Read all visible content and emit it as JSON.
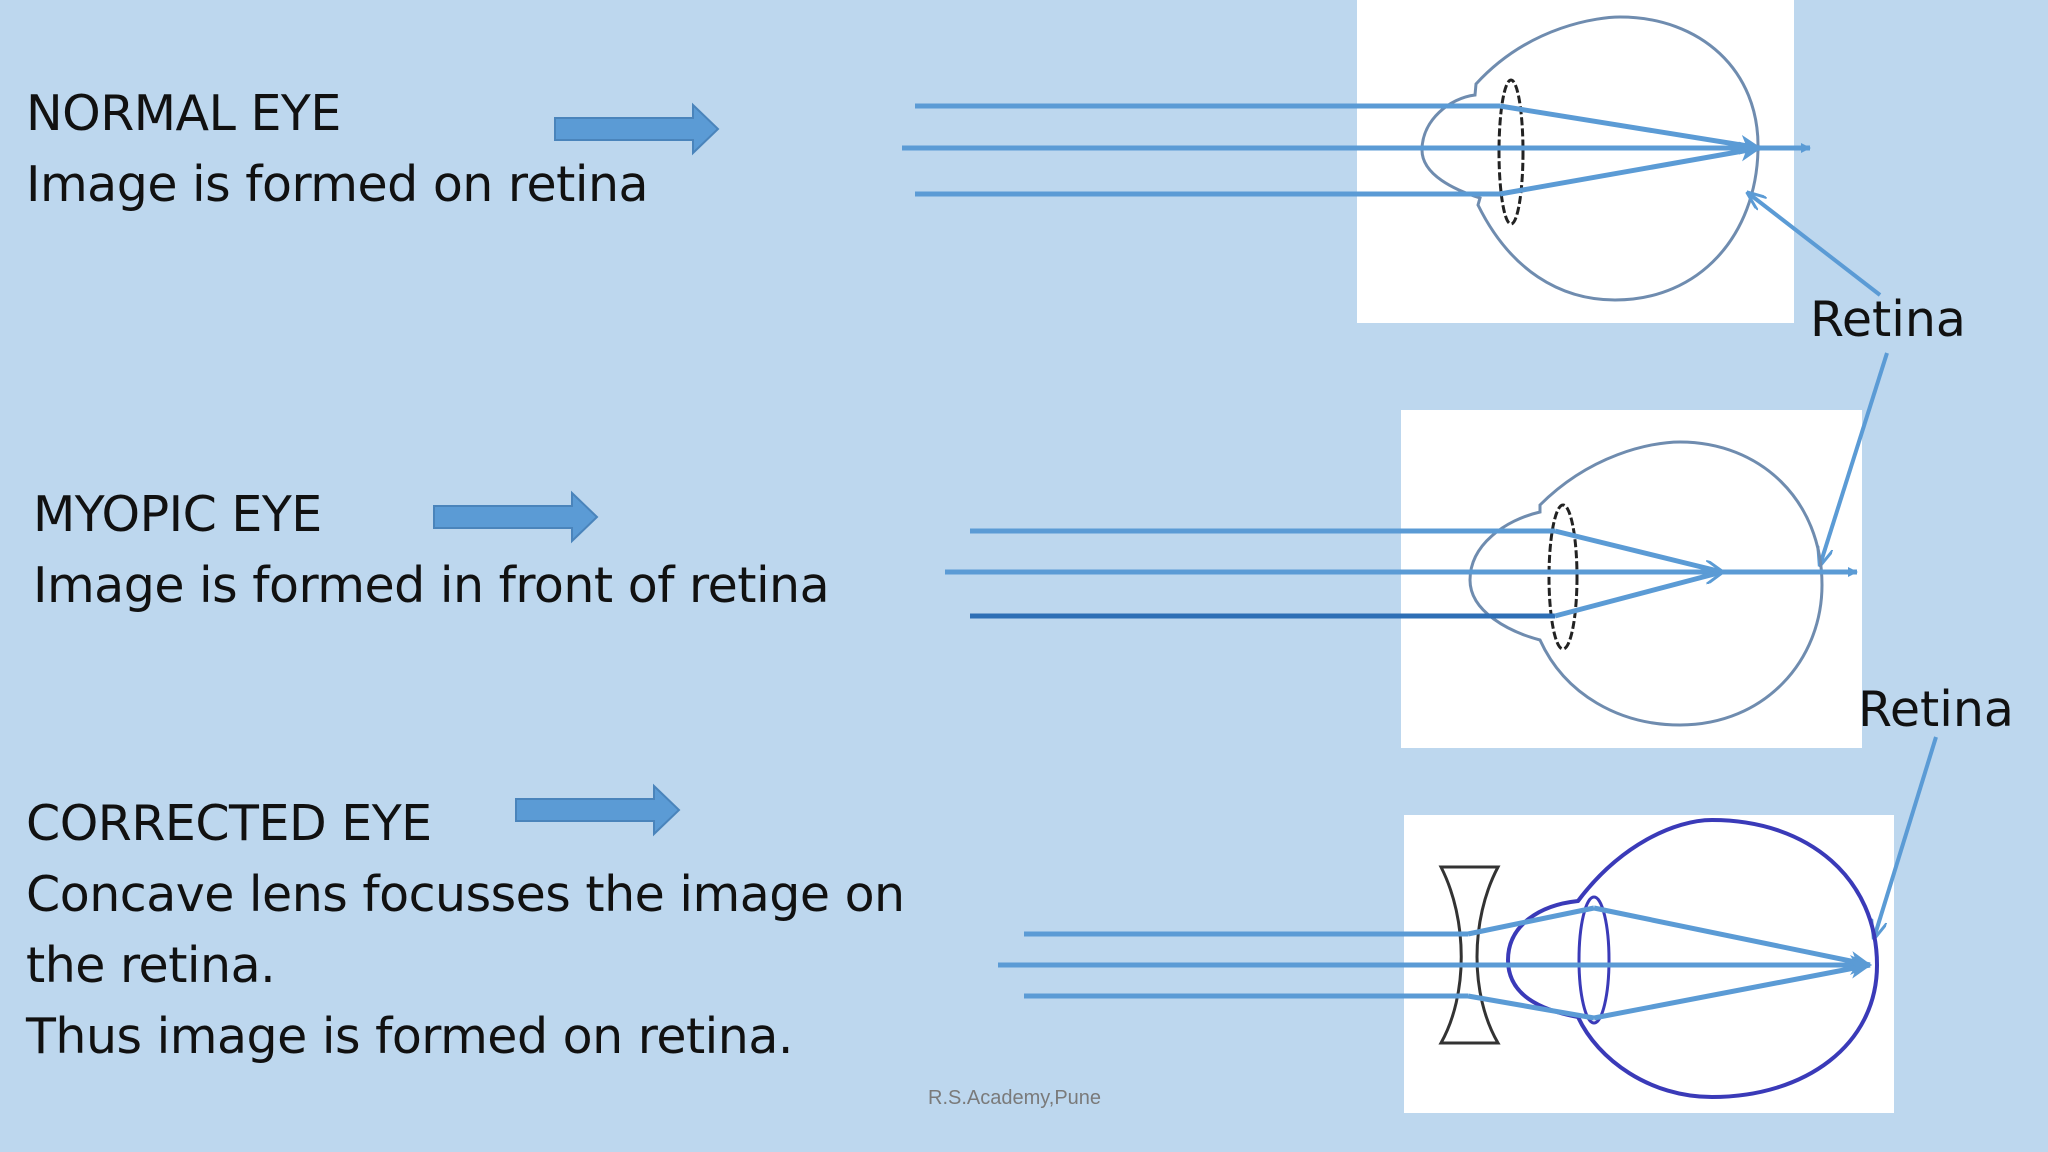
{
  "sections": {
    "normal": {
      "heading": "NORMAL EYE",
      "lines": [
        "Image is formed on retina"
      ]
    },
    "myopic": {
      "heading": "MYOPIC EYE",
      "lines": [
        "Image is formed in front of retina"
      ]
    },
    "corrected": {
      "heading": "CORRECTED  EYE",
      "lines": [
        "Concave lens focusses the image on",
        "the retina.",
        "Thus image is formed on retina."
      ]
    }
  },
  "labels": {
    "retina_1": "Retina",
    "retina_2": "Retina"
  },
  "footer": "R.S.Academy,Pune",
  "colors": {
    "background": "#bdd7ee",
    "arrow_fill": "#5b9bd5",
    "ray": "#5b9bd5",
    "eye_outline": "#6f8caf",
    "corrected_eye_outline": "#3a3ab8"
  }
}
